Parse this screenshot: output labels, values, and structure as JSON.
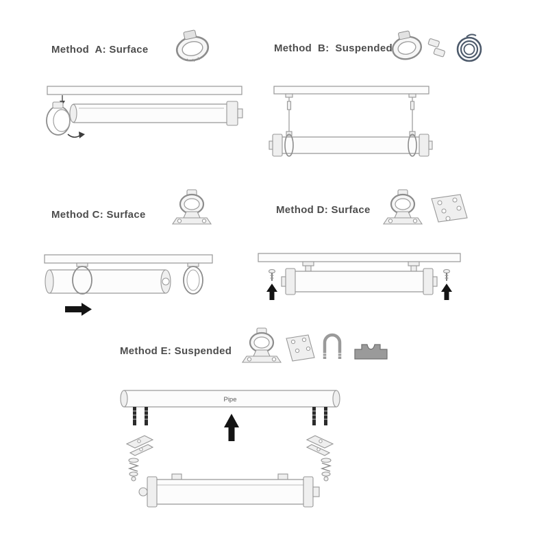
{
  "colors": {
    "line": "#979797",
    "line_dark": "#555555",
    "fill_light": "#efefef",
    "arrow_black": "#141414",
    "cable": "#4d5a6b",
    "label_text": "#4d4d4d",
    "background": "#ffffff"
  },
  "methods": {
    "a": {
      "label": "Method  A: Surface"
    },
    "b": {
      "label": "Method  B:  Suspended"
    },
    "c": {
      "label": "Method C: Surface"
    },
    "d": {
      "label": "Method D: Surface"
    },
    "e": {
      "label": "Method E: Suspended"
    }
  },
  "diagram": {
    "pipe_label": "Pipe"
  }
}
